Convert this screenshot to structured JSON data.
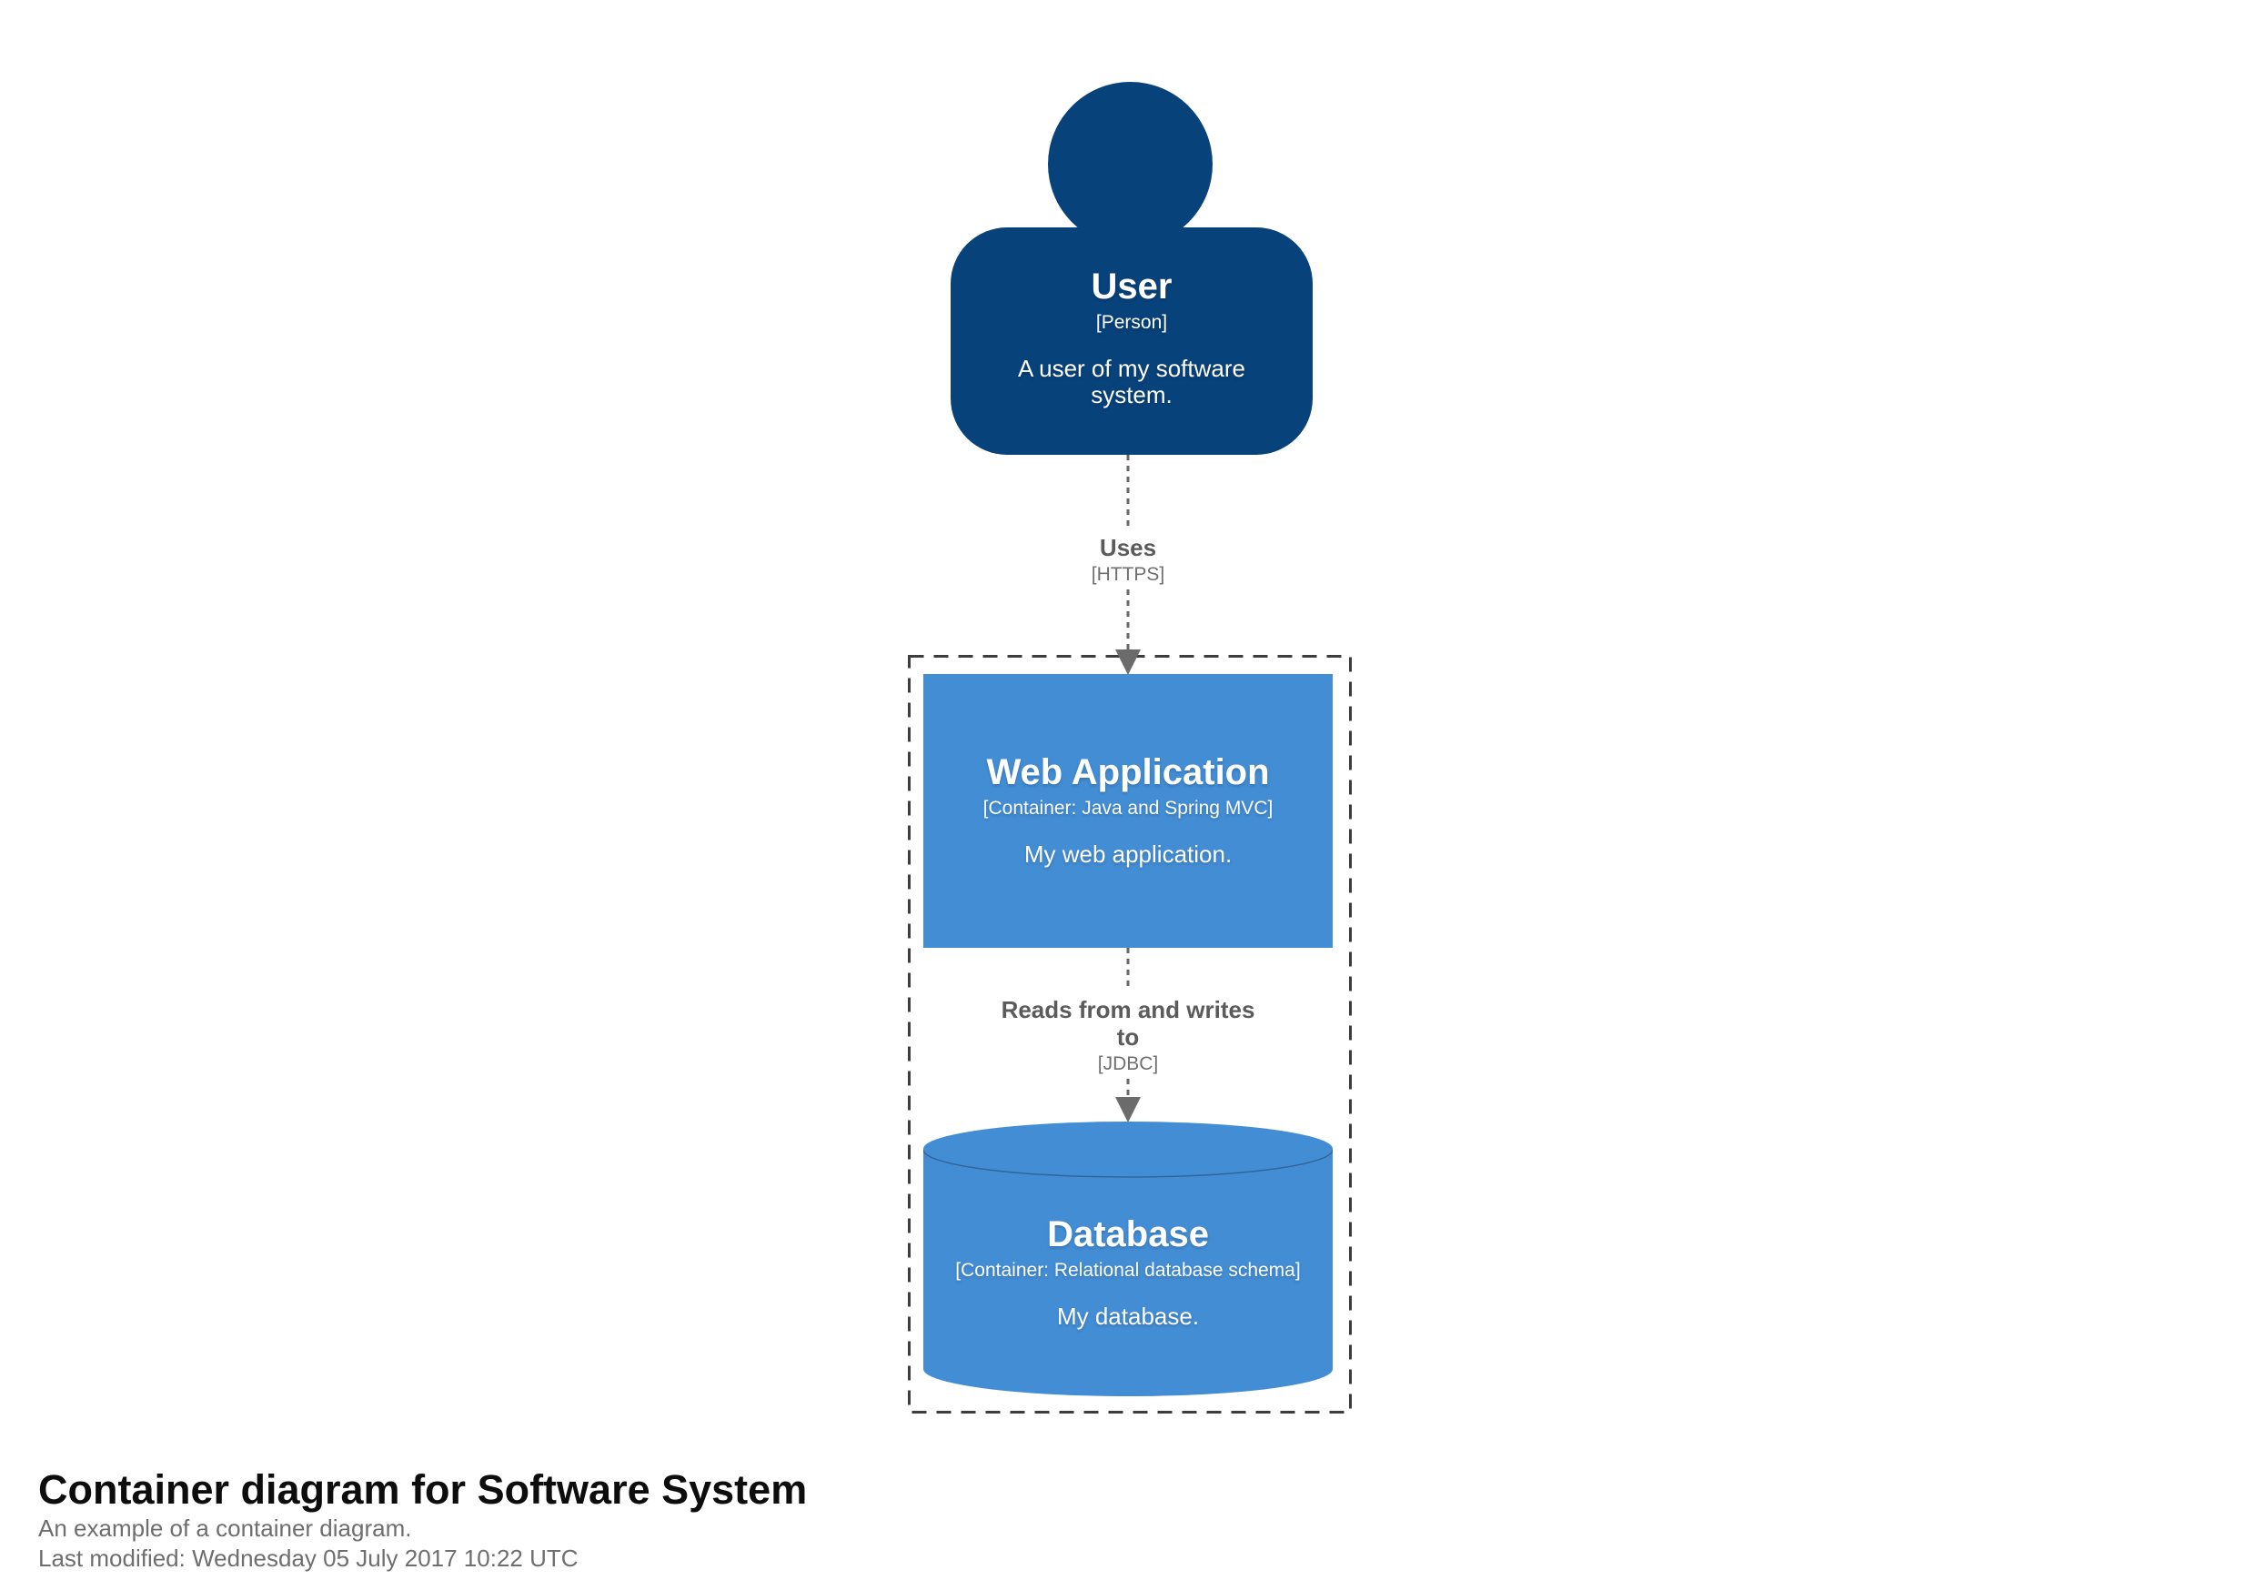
{
  "diagram": {
    "person": {
      "name": "User",
      "type": "[Person]",
      "description": "A user of my software system."
    },
    "relationships": [
      {
        "label": "Uses",
        "technology": "[HTTPS]"
      },
      {
        "label": "Reads from and writes to",
        "technology": "[JDBC]"
      }
    ],
    "containers": [
      {
        "name": "Web Application",
        "type": "[Container: Java and Spring MVC]",
        "description": "My web application."
      },
      {
        "name": "Database",
        "type": "[Container: Relational database schema]",
        "description": "My database."
      }
    ],
    "colors": {
      "person_fill": "#08427b",
      "container_fill": "#438dd5",
      "element_text": "#ffffff",
      "relationship_label": "#5b5b5b",
      "relationship_technology": "#6f6f6f",
      "relationship_line": "#666666",
      "arrowhead": "#6b6b6b",
      "boundary_border": "#3d3d3d"
    }
  },
  "footer": {
    "title": "Container diagram for Software System",
    "subtitle": "An example of a container diagram.",
    "last_modified": "Last modified: Wednesday 05 July 2017 10:22 UTC"
  }
}
